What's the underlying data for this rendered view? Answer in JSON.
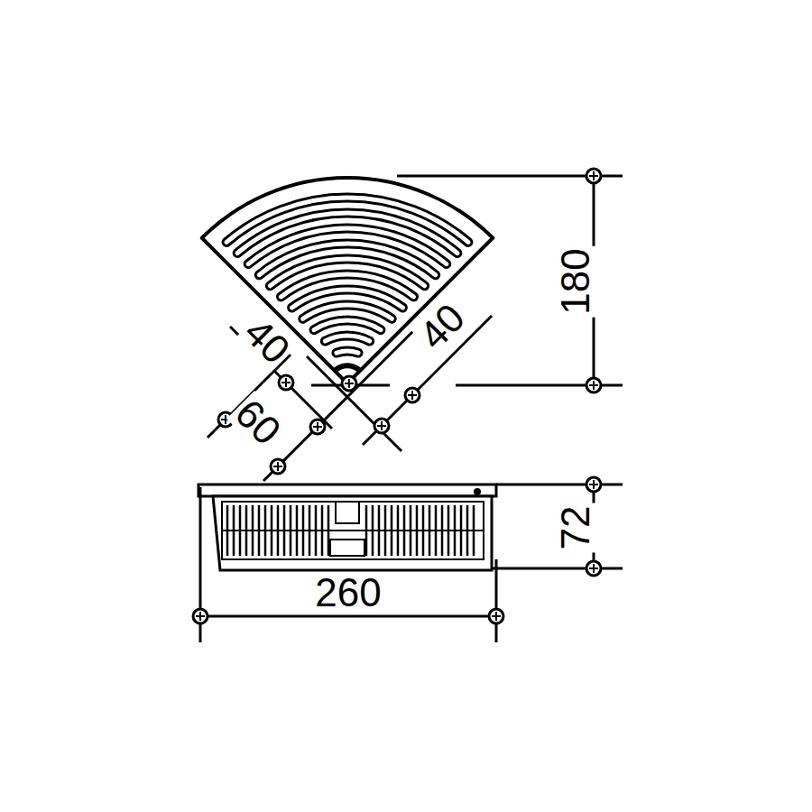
{
  "diagram": {
    "labels": [
      "40",
      "40",
      "180",
      "60",
      "72",
      "260"
    ]
  }
}
